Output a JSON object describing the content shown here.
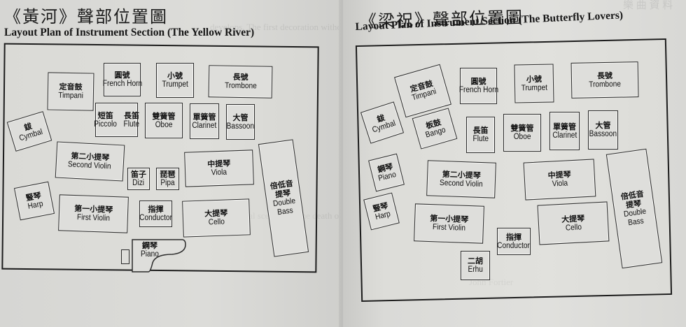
{
  "left_page": {
    "title_zh": "《黃河》聲部位置圖",
    "title_en": "Layout Plan of Instrument Section (The Yellow River)",
    "instruments": {
      "timpani": {
        "zh": "定音鼓",
        "en": "Timpani"
      },
      "french_horn": {
        "zh": "圓號",
        "en": "French Horn"
      },
      "trumpet": {
        "zh": "小號",
        "en": "Trumpet"
      },
      "trombone": {
        "zh": "長號",
        "en": "Trombone"
      },
      "cymbal": {
        "zh": "鈸",
        "en": "Cymbal"
      },
      "piccolo": {
        "zh": "短笛",
        "en": "Piccolo"
      },
      "flute": {
        "zh": "長笛",
        "en": "Flute"
      },
      "oboe": {
        "zh": "雙簧管",
        "en": "Oboe"
      },
      "clarinet": {
        "zh": "單簧管",
        "en": "Clarinet"
      },
      "bassoon": {
        "zh": "大管",
        "en": "Bassoon"
      },
      "second_violin": {
        "zh": "第二小提琴",
        "en": "Second Violin"
      },
      "dizi": {
        "zh": "笛子",
        "en": "Dizi"
      },
      "pipa": {
        "zh": "琵琶",
        "en": "Pipa"
      },
      "viola": {
        "zh": "中提琴",
        "en": "Viola"
      },
      "double_bass": {
        "zh1": "倍低音",
        "zh2": "提琴",
        "en1": "Double",
        "en2": "Bass"
      },
      "harp": {
        "zh": "豎琴",
        "en": "Harp"
      },
      "first_violin": {
        "zh": "第一小提琴",
        "en": "First Violin"
      },
      "conductor": {
        "zh": "指揮",
        "en": "Conductor"
      },
      "cello": {
        "zh": "大提琴",
        "en": "Cello"
      },
      "piano": {
        "zh": "鋼琴",
        "en": "Piano"
      }
    }
  },
  "right_page": {
    "title_zh": "《梁祝》聲部位置圖",
    "title_en": "Layout Plan of Instrument Section (The Butterfly Lovers)",
    "instruments": {
      "timpani": {
        "zh": "定音鼓",
        "en": "Timpani"
      },
      "french_horn": {
        "zh": "圓號",
        "en": "French Horn"
      },
      "trumpet": {
        "zh": "小號",
        "en": "Trumpet"
      },
      "trombone": {
        "zh": "長號",
        "en": "Trombone"
      },
      "cymbal": {
        "zh": "鈸",
        "en": "Cymbal"
      },
      "bango": {
        "zh": "板鼓",
        "en": "Bango"
      },
      "flute": {
        "zh": "長笛",
        "en": "Flute"
      },
      "oboe": {
        "zh": "雙簧管",
        "en": "Oboe"
      },
      "clarinet": {
        "zh": "單簧管",
        "en": "Clarinet"
      },
      "bassoon": {
        "zh": "大管",
        "en": "Bassoon"
      },
      "piano": {
        "zh": "鋼琴",
        "en": "Piano"
      },
      "second_violin": {
        "zh": "第二小提琴",
        "en": "Second Violin"
      },
      "viola": {
        "zh": "中提琴",
        "en": "Viola"
      },
      "double_bass": {
        "zh1": "倍低音",
        "zh2": "提琴",
        "en1": "Double",
        "en2": "Bass"
      },
      "harp": {
        "zh": "豎琴",
        "en": "Harp"
      },
      "first_violin": {
        "zh": "第一小提琴",
        "en": "First Violin"
      },
      "cello": {
        "zh": "大提琴",
        "en": "Cello"
      },
      "conductor": {
        "zh": "指揮",
        "en": "Conductor"
      },
      "erhu": {
        "zh": "二胡",
        "en": "Erhu"
      }
    }
  }
}
